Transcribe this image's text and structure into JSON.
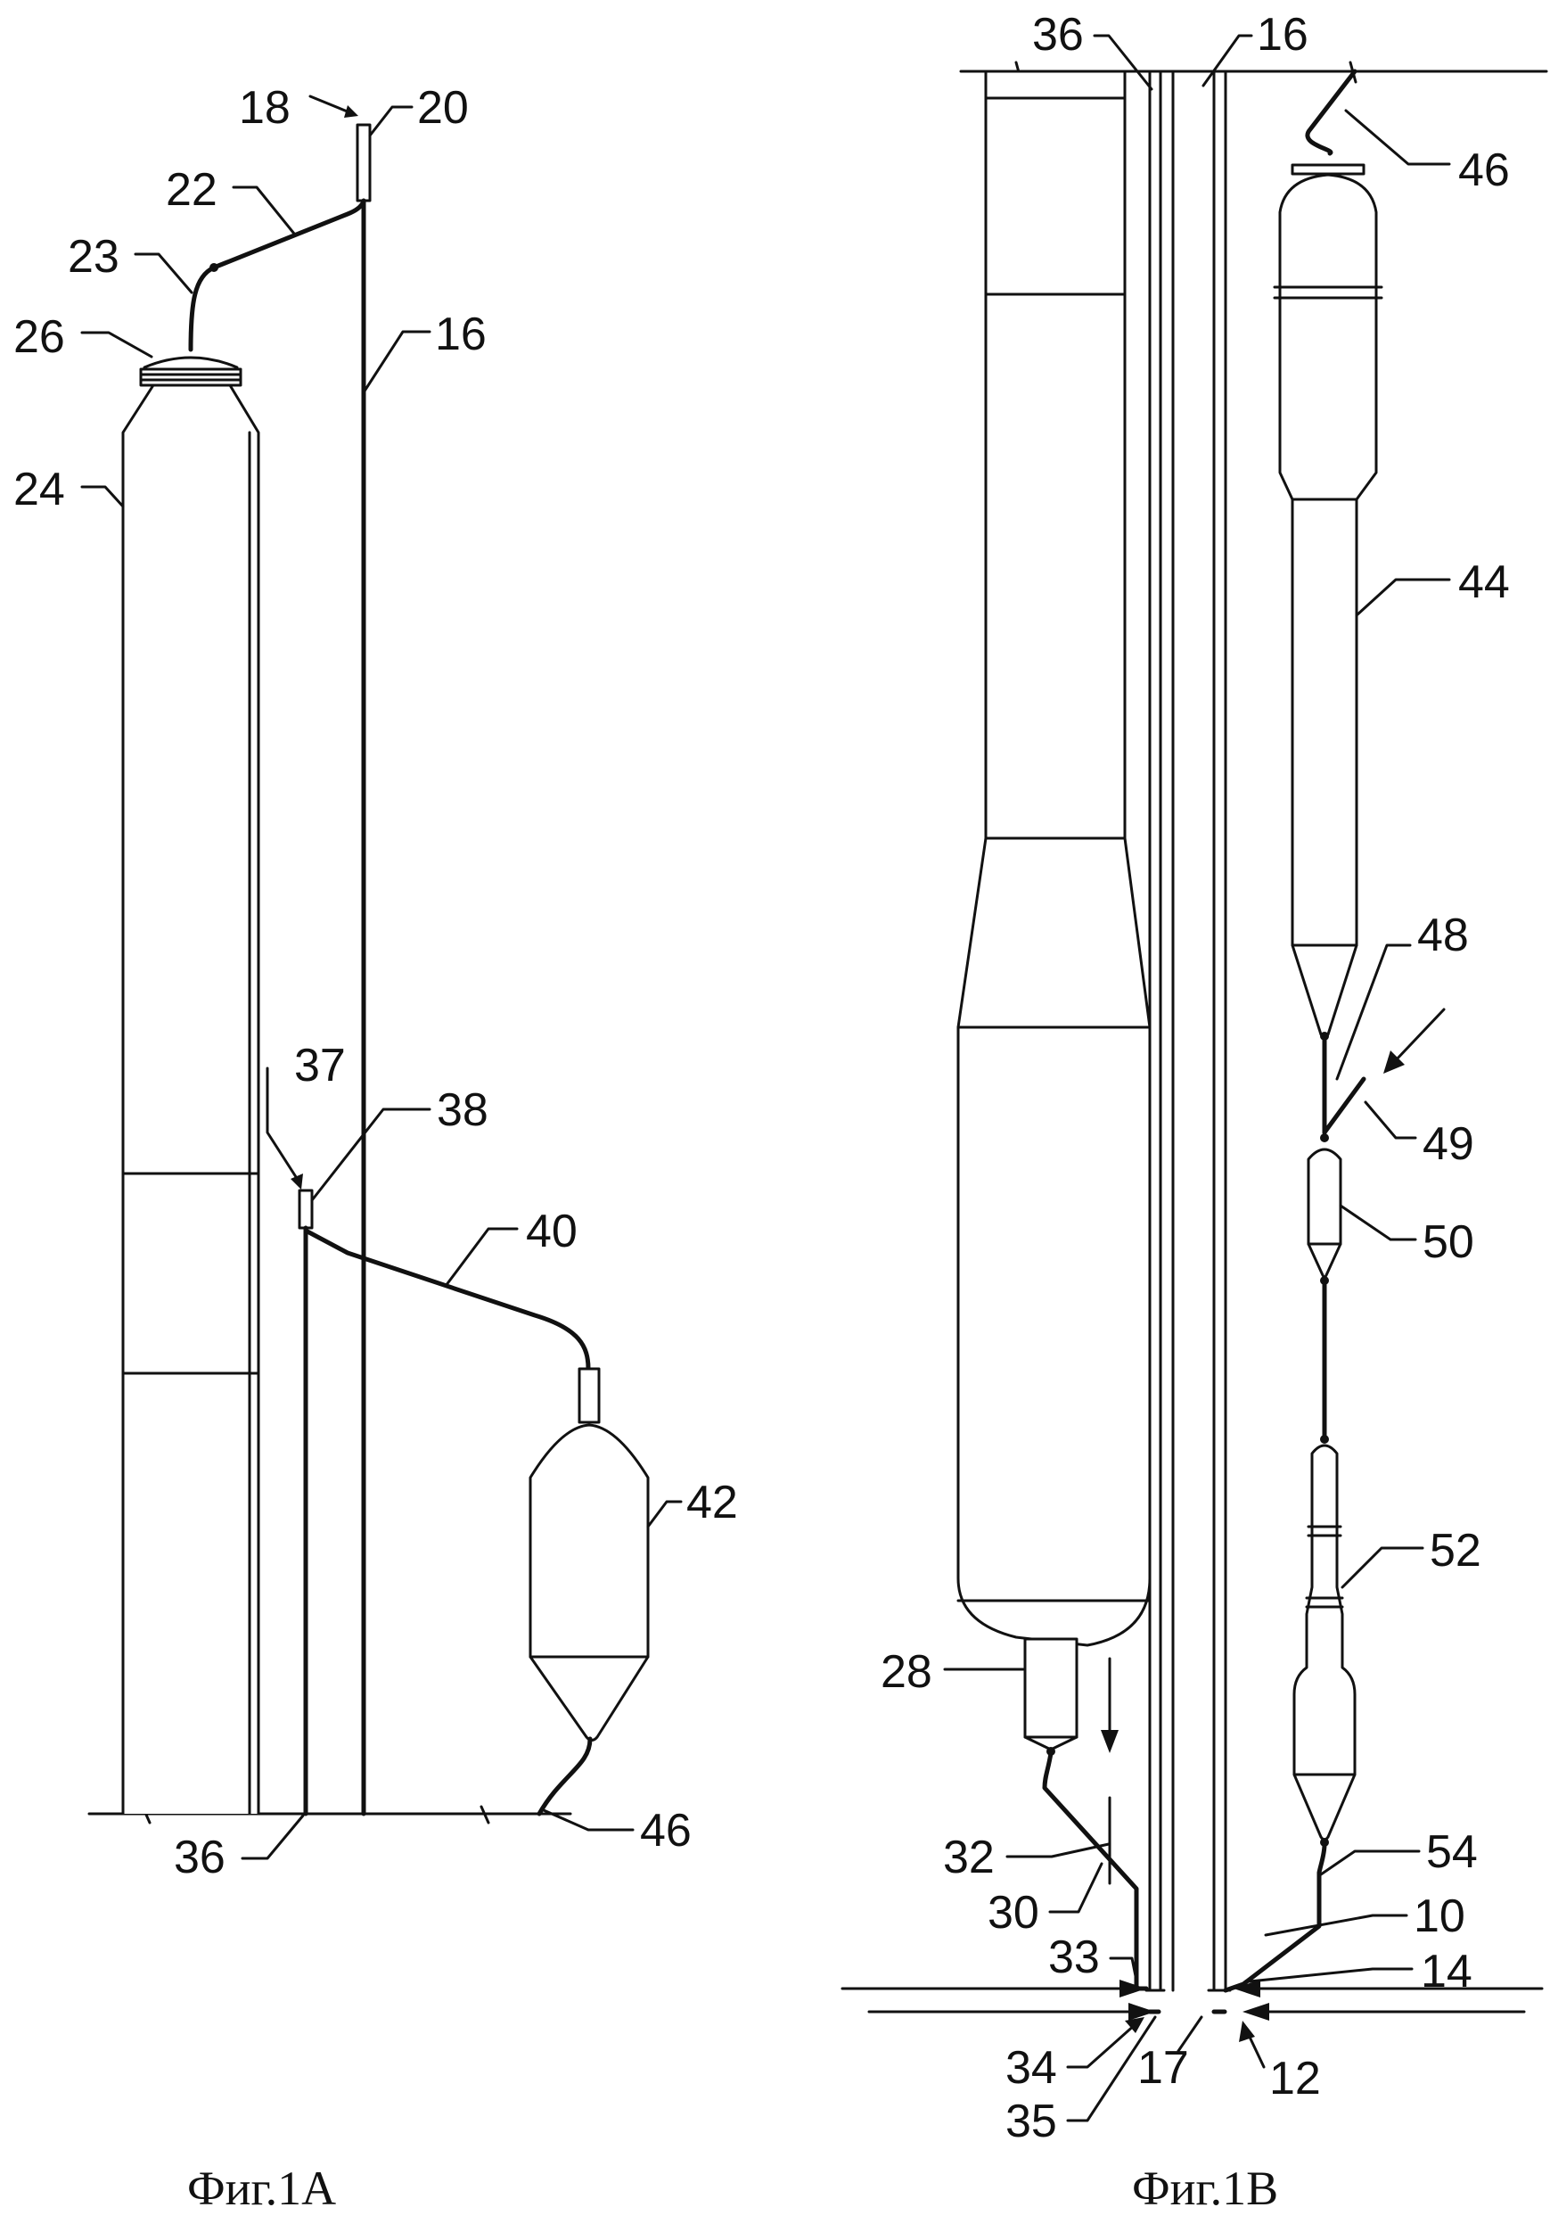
{
  "figure_1a": {
    "caption": "Фиг.1A",
    "labels": {
      "l18": "18",
      "l20": "20",
      "l22": "22",
      "l23": "23",
      "l26": "26",
      "l24": "24",
      "l16": "16",
      "l37": "37",
      "l38": "38",
      "l40": "40",
      "l42": "42",
      "l36": "36",
      "l46": "46"
    }
  },
  "figure_1b": {
    "caption": "Фиг.1B",
    "labels": {
      "l36": "36",
      "l16": "16",
      "l46": "46",
      "l44": "44",
      "l48": "48",
      "l49": "49",
      "l50": "50",
      "l52": "52",
      "l28": "28",
      "l32": "32",
      "l30": "30",
      "l54": "54",
      "l10": "10",
      "l33": "33",
      "l14": "14",
      "l34": "34",
      "l35": "35",
      "l17": "17",
      "l12": "12"
    }
  }
}
